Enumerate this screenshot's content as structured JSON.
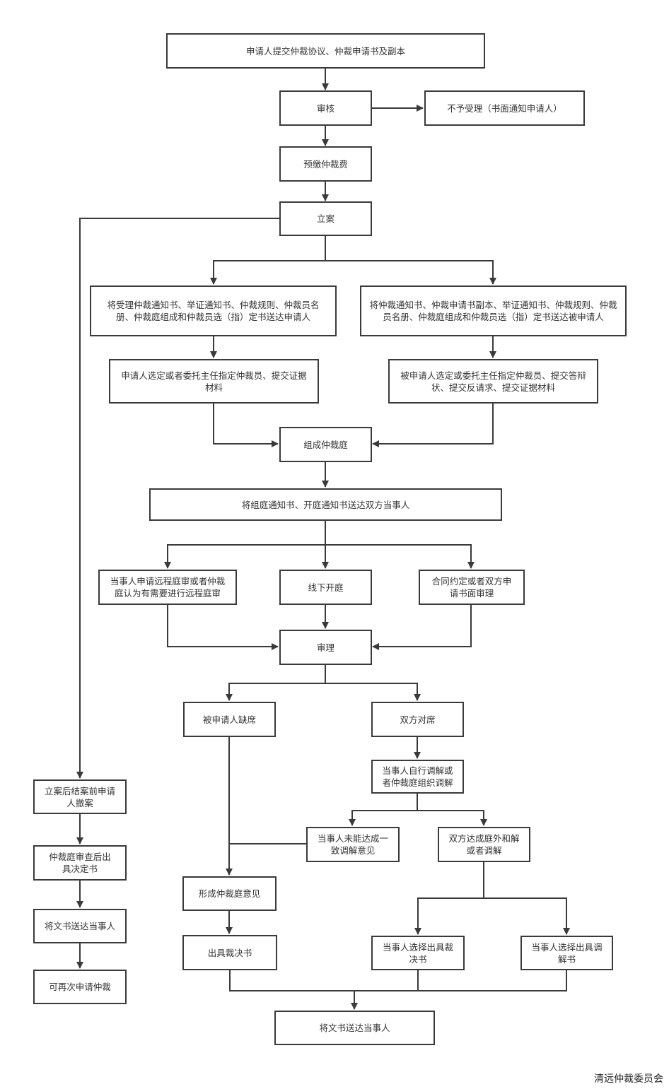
{
  "nodes": {
    "submit": "申请人提交仲裁协议、仲裁申请书及副本",
    "review": "审核",
    "reject": "不予受理（书面通知申请人）",
    "prepay": "预缴仲裁费",
    "filing": "立案",
    "notify_applicant": "将受理仲裁通知书、举证通知书、仲裁规则、仲裁员名册、仲裁庭组成和仲裁员选（指）定书送达申请人",
    "notify_respondent": "将仲裁通知书、仲裁申请书副本、举证通知书、仲裁规则、仲裁员名册、仲裁庭组成和仲裁员选（指）定书送达被申请人",
    "applicant_select": "申请人选定或者委托主任指定仲裁员、提交证据材料",
    "respondent_select": "被申请人选定或委托主任指定仲裁员、提交答辩状、提交反请求、提交证据材料",
    "form_tribunal": "组成仲裁庭",
    "send_notices": "将组庭通知书、开庭通知书送达双方当事人",
    "remote_hearing": "当事人申请远程庭审或者仲裁庭认为有需要进行远程庭审",
    "offline_hearing": "线下开庭",
    "written_review": "合同约定或者双方申请书面审理",
    "trial": "审理",
    "respondent_absent": "被申请人缺席",
    "both_present": "双方对席",
    "mediation": "当事人自行调解或者仲裁庭组织调解",
    "no_agreement": "当事人未能达成一致调解意见",
    "settlement": "双方达成庭外和解或者调解",
    "tribunal_opinion": "形成仲裁庭意见",
    "issue_award": "出具裁决书",
    "choose_award": "当事人选择出具裁决书",
    "choose_mediation": "当事人选择出具调解书",
    "deliver_final": "将文书送达当事人",
    "withdraw": "立案后结案前申请人撤案",
    "decision": "仲裁庭审查后出具决定书",
    "deliver_left": "将文书送达当事人",
    "reapply": "可再次申请仲裁"
  },
  "footer": "清远仲裁委员会"
}
